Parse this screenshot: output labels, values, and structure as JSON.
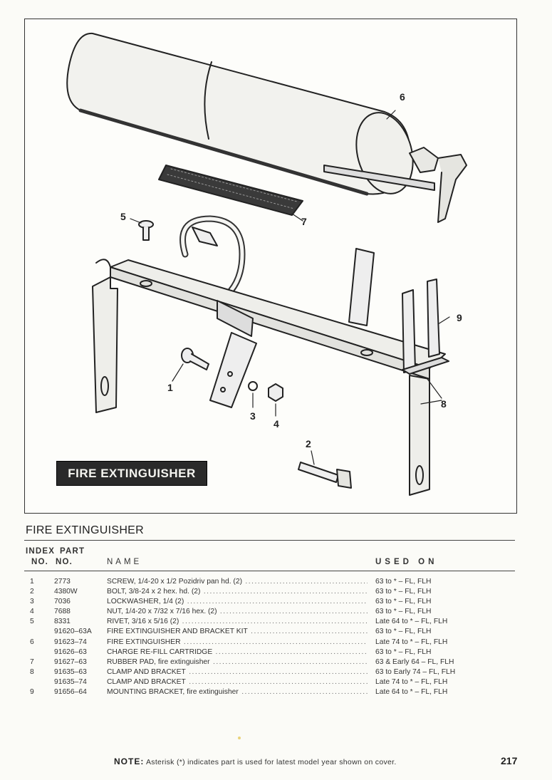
{
  "figure": {
    "banner": "FIRE EXTINGUISHER",
    "callouts": [
      "1",
      "2",
      "3",
      "4",
      "5",
      "6",
      "7",
      "8",
      "9"
    ]
  },
  "section_title": "FIRE EXTINGUISHER",
  "table": {
    "headers": {
      "index_no": "INDEX\nNO.",
      "index": "INDEX",
      "no": "NO.",
      "part": "PART",
      "part_no": "NO.",
      "name": "NAME",
      "used_on": "USED ON"
    },
    "rows": [
      {
        "index": "1",
        "part": "2773",
        "name": "SCREW, 1/4-20 x 1/2 Pozidriv pan hd. (2)",
        "used_on": "63 to * – FL, FLH"
      },
      {
        "index": "2",
        "part": "4380W",
        "name": "BOLT, 3/8-24 x 2 hex. hd. (2)",
        "used_on": "63 to * – FL, FLH"
      },
      {
        "index": "3",
        "part": "7036",
        "name": "LOCKWASHER, 1/4 (2)",
        "used_on": "63 to * – FL, FLH"
      },
      {
        "index": "4",
        "part": "7688",
        "name": "NUT, 1/4-20 x 7/32 x 7/16 hex. (2)",
        "used_on": "63 to * – FL, FLH"
      },
      {
        "index": "5",
        "part": "8331",
        "name": "RIVET, 3/16 x 5/16 (2)",
        "used_on": "Late 64 to * – FL, FLH"
      },
      {
        "index": "",
        "part": "91620–63A",
        "name": "FIRE EXTINGUISHER AND BRACKET KIT",
        "used_on": "63 to * – FL, FLH"
      },
      {
        "index": "6",
        "part": "91623–74",
        "name": "FIRE EXTINGUISHER",
        "used_on": "Late 74 to * – FL, FLH"
      },
      {
        "index": "",
        "part": "91626–63",
        "name": "CHARGE RE-FILL CARTRIDGE",
        "used_on": "63 to * – FL, FLH"
      },
      {
        "index": "7",
        "part": "91627–63",
        "name": "RUBBER PAD, fire extinguisher",
        "used_on": "63 & Early 64 – FL, FLH"
      },
      {
        "index": "8",
        "part": "91635–63",
        "name": "CLAMP AND BRACKET",
        "used_on": "63 to Early 74 – FL, FLH"
      },
      {
        "index": "",
        "part": "91635–74",
        "name": "CLAMP AND BRACKET",
        "used_on": "Late 74 to * – FL, FLH"
      },
      {
        "index": "9",
        "part": "91656–64",
        "name": "MOUNTING BRACKET, fire extinguisher",
        "used_on": "Late 64 to * – FL, FLH"
      }
    ]
  },
  "note": {
    "label": "NOTE:",
    "text": "Asterisk (*) indicates part is used for latest model year shown on cover."
  },
  "page_number": "217"
}
